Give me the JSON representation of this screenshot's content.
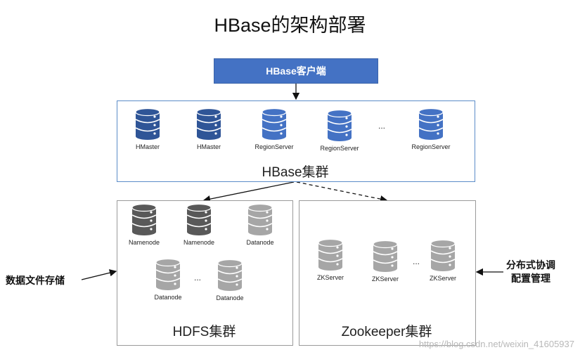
{
  "title": "HBase的架构部署",
  "client": {
    "label": "HBase客户端"
  },
  "hbase_cluster": {
    "label": "HBase集群",
    "nodes": [
      {
        "label": "HMaster",
        "color": "#2f5597"
      },
      {
        "label": "HMaster",
        "color": "#2f5597"
      },
      {
        "label": "RegionServer",
        "color": "#4472c4"
      },
      {
        "label": "RegionServer",
        "color": "#4472c4"
      },
      {
        "label": "RegionServer",
        "color": "#4472c4"
      }
    ],
    "ellipsis": "..."
  },
  "hdfs_cluster": {
    "label": "HDFS集群",
    "nodes": [
      {
        "label": "Namenode",
        "color": "#595959"
      },
      {
        "label": "Namenode",
        "color": "#595959"
      },
      {
        "label": "Datanode",
        "color": "#a6a6a6"
      },
      {
        "label": "Datanode",
        "color": "#a6a6a6"
      },
      {
        "label": "Datanode",
        "color": "#a6a6a6"
      }
    ],
    "ellipsis": "..."
  },
  "zookeeper_cluster": {
    "label": "Zookeeper集群",
    "nodes": [
      {
        "label": "ZKServer",
        "color": "#a6a6a6"
      },
      {
        "label": "ZKServer",
        "color": "#a6a6a6"
      },
      {
        "label": "ZKServer",
        "color": "#a6a6a6"
      }
    ],
    "ellipsis": "..."
  },
  "side_labels": {
    "storage": "数据文件存储",
    "coordination_line1": "分布式协调",
    "coordination_line2": "配置管理"
  },
  "watermark": "https://blog.csdn.net/weixin_41605937"
}
